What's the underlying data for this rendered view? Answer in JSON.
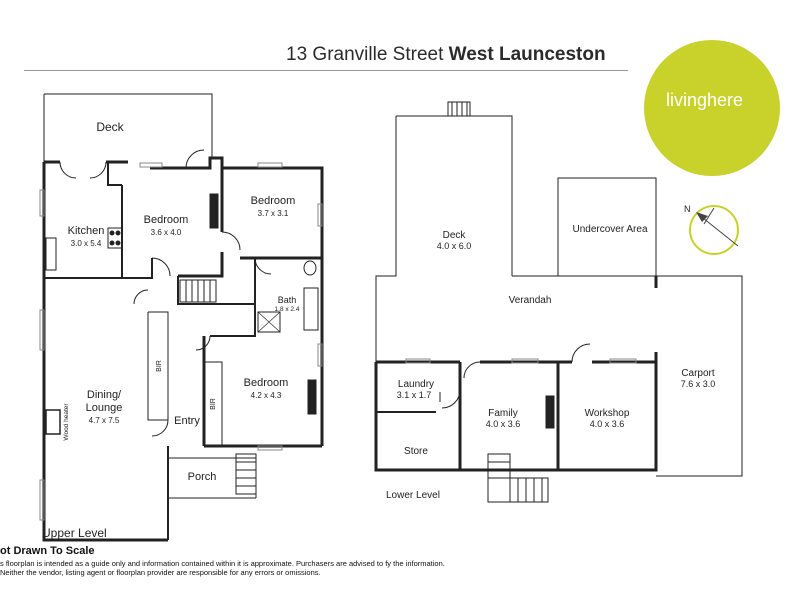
{
  "title": {
    "street": "13 Granville Street",
    "suburb": "West Launceston"
  },
  "logo": {
    "text": "livinghere",
    "color": "#c8d22a"
  },
  "compass": {
    "label": "N"
  },
  "upper_level": {
    "caption": "Upper Level",
    "rooms": [
      {
        "name": "Deck",
        "dims": ""
      },
      {
        "name": "Kitchen",
        "dims": "3.0 x 5.4"
      },
      {
        "name": "Bedroom",
        "dims": "3.6 x 4.0"
      },
      {
        "name": "Bedroom",
        "dims": "3.7 x 3.1"
      },
      {
        "name": "Bath",
        "dims": "1.8 x 2.4"
      },
      {
        "name": "Bedroom",
        "dims": "4.2 x 4.3"
      },
      {
        "name": "Dining/",
        "dims": ""
      },
      {
        "name": "Lounge",
        "dims": "4.7 x 7.5"
      },
      {
        "name": "Entry",
        "dims": ""
      },
      {
        "name": "Porch",
        "dims": ""
      }
    ],
    "fixtures": {
      "bir1": "BIR",
      "bir2": "BIR",
      "wood_heater": "Wood heater"
    }
  },
  "lower_level": {
    "caption": "Lower Level",
    "rooms": [
      {
        "name": "Deck",
        "dims": "4.0 x 6.0"
      },
      {
        "name": "Undercover Area",
        "dims": ""
      },
      {
        "name": "Verandah",
        "dims": ""
      },
      {
        "name": "Laundry",
        "dims": "3.1 x 1.7"
      },
      {
        "name": "Store",
        "dims": ""
      },
      {
        "name": "Family",
        "dims": "4.0 x 3.6"
      },
      {
        "name": "Workshop",
        "dims": "4.0 x 3.6"
      },
      {
        "name": "Carport",
        "dims": "7.6 x 3.0"
      }
    ]
  },
  "disclaimer": {
    "title": "ot Drawn To Scale",
    "text": "s floorplan is intended as a guide only and information contained within it is approximate. Purchasers are advised to fy the information. Neither the vendor, listing agent or floorplan provider are responsible for any errors or omissions."
  }
}
